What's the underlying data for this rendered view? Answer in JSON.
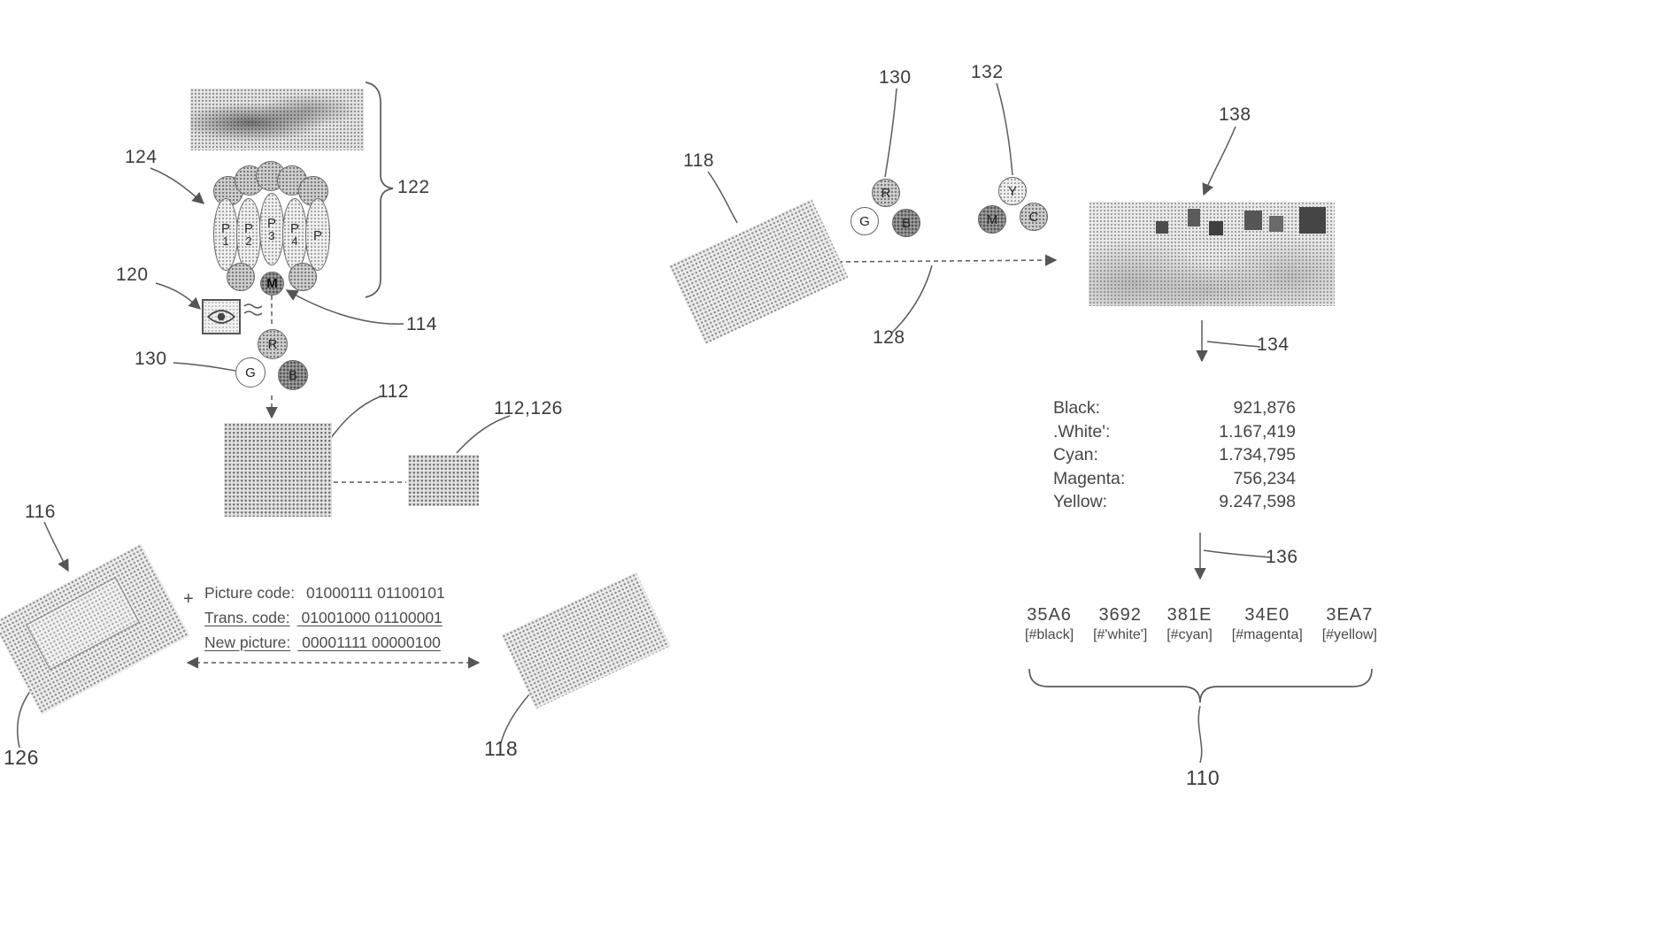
{
  "colors": {
    "ink": "#555555",
    "texture_gray": "#8f8f8f",
    "background": "#ffffff"
  },
  "ref_labels": {
    "n110": "110",
    "n112": "112",
    "n112_126": "112,126",
    "n114": "114",
    "n116": "116",
    "n118_left": "118",
    "n118_right": "118",
    "n120": "120",
    "n122": "122",
    "n124": "124",
    "n126": "126",
    "n128": "128",
    "n130_left": "130",
    "n130_right": "130",
    "n132": "132",
    "n134": "134",
    "n136": "136",
    "n138": "138"
  },
  "pixel_cluster": {
    "pills": [
      {
        "letter": "P",
        "num": "1"
      },
      {
        "letter": "P",
        "num": "2"
      },
      {
        "letter": "P",
        "num": "3"
      },
      {
        "letter": "P",
        "num": "4"
      },
      {
        "letter": "P",
        "num": ""
      }
    ],
    "merge_letter": "M"
  },
  "rgb": {
    "r": "R",
    "g": "G",
    "b": "B"
  },
  "ymc": {
    "y": "Y",
    "m": "M",
    "c": "C"
  },
  "code_block": {
    "plus": "+",
    "line1_label": "Picture code:",
    "line1_value": "01000111 01100101",
    "line2_label": "Trans. code:",
    "line2_value": "01001000 01100001",
    "line3_label": "New picture:",
    "line3_value": "00001111 00000100"
  },
  "color_counts": {
    "rows": [
      {
        "name": "Black:",
        "value": "921,876"
      },
      {
        "name": ".White':",
        "value": "1.167,419"
      },
      {
        "name": "Cyan:",
        "value": "1.734,795"
      },
      {
        "name": "Magenta:",
        "value": "756,234"
      },
      {
        "name": "Yellow:",
        "value": "9.247,598"
      }
    ]
  },
  "hex_output": {
    "items": [
      {
        "code": "35A6",
        "label": "[#black]"
      },
      {
        "code": "3692",
        "label": "[#'white']"
      },
      {
        "code": "381E",
        "label": "[#cyan]"
      },
      {
        "code": "34E0",
        "label": "[#magenta]"
      },
      {
        "code": "3EA7",
        "label": "[#yellow]"
      }
    ]
  }
}
